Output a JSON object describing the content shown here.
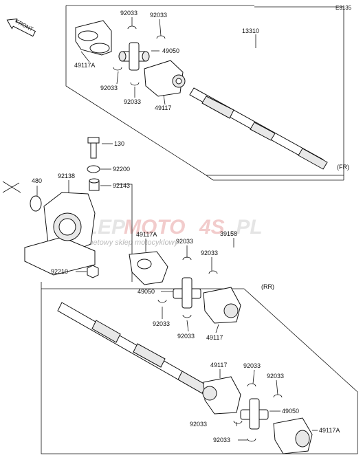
{
  "diagram_code": "E3135",
  "arrow_label": "FRONT",
  "front_section_label": "(FR)",
  "rear_section_label": "(RR)",
  "watermark": {
    "part1": "SKLEP",
    "part2": "MOTO",
    "part3": "4S",
    "part4": ".PL",
    "subtitle": "internetowy sklep motocyklowy"
  },
  "part_numbers": {
    "p13310": "13310",
    "p92033": "92033",
    "p49050": "49050",
    "p49117a": "49117A",
    "p49117": "49117",
    "p130": "130",
    "p92200": "92200",
    "p92143": "92143",
    "p480": "480",
    "p92138": "92138",
    "p39158": "39158",
    "p92210": "92210"
  }
}
